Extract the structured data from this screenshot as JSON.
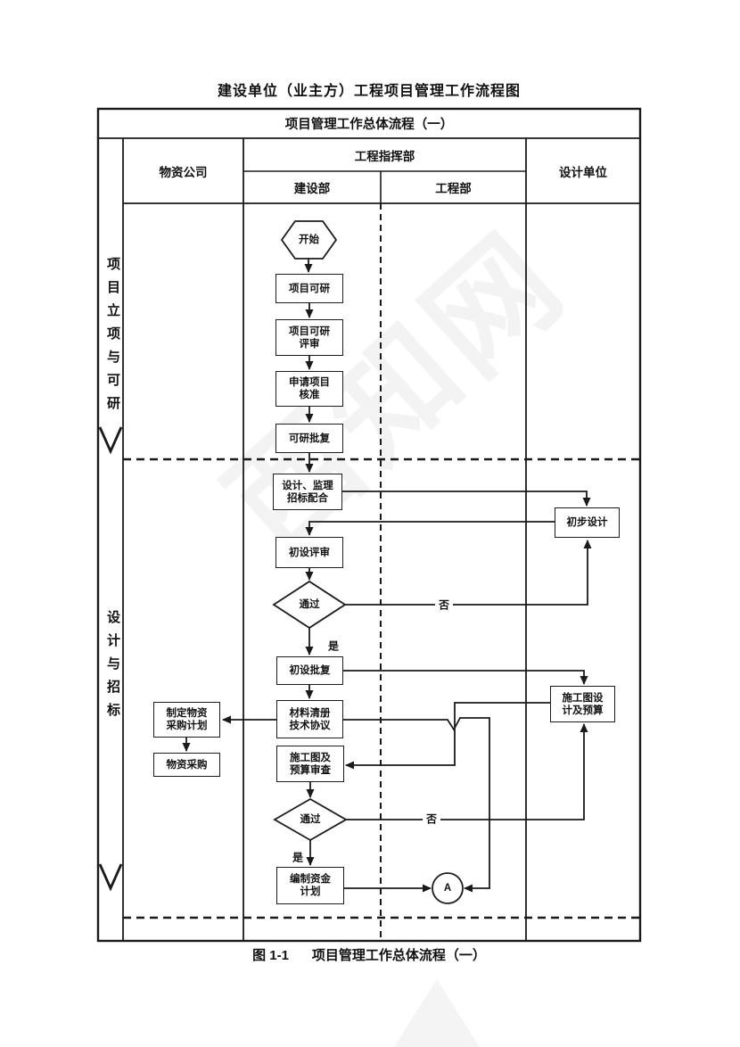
{
  "title": "建设单位（业主方）工程项目管理工作流程图",
  "band_title": "项目管理工作总体流程（一）",
  "caption": {
    "figure": "图 1-1",
    "text": "项目管理工作总体流程（一）"
  },
  "watermark": {
    "text": "西知网"
  },
  "header": {
    "materials_company": "物资公司",
    "command_center": "工程指挥部",
    "construction_dept": "建设部",
    "engineering_dept": "工程部",
    "design_unit": "设计单位"
  },
  "phases": [
    {
      "label": "项目立项与可研"
    },
    {
      "label": "设计与招标"
    }
  ],
  "nodes": {
    "start": "开始",
    "feasibility": "项目可研",
    "feasibility_review": "项目可研\n评审",
    "apply_approval": "申请项目\n核准",
    "feasibility_reply": "可研批复",
    "design_supervision_bid": "设计、监理\n招标配合",
    "preliminary_design": "初步设计",
    "preliminary_review": "初设评审",
    "pass1": "通过",
    "preliminary_reply": "初设批复",
    "material_list": "材料清册\n技术协议",
    "procurement_plan": "制定物资\n采购计划",
    "procurement": "物资采购",
    "drawing_design_budget": "施工图设\n计及预算",
    "drawing_budget_review": "施工图及\n预算审查",
    "pass2": "通过",
    "fund_plan": "编制资金\n计划",
    "connector_a": "A"
  },
  "edge_labels": {
    "yes1": "是",
    "no1": "否",
    "yes2": "是",
    "no2": "否"
  },
  "colors": {
    "line": "#1a1a1a",
    "text": "#111111",
    "background": "#ffffff"
  }
}
